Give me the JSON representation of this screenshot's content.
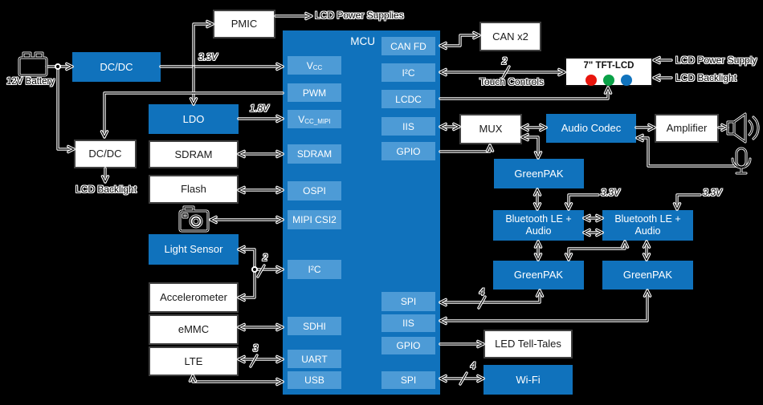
{
  "colors": {
    "dark_blue": "#1072BC",
    "light_blue": "#4D9BD6",
    "box_border": "#404040",
    "background": "#000000",
    "lcd_dot_red": "#E8150D",
    "lcd_dot_green": "#0AA147",
    "lcd_dot_blue": "#1173BD"
  },
  "blocks": {
    "battery_label": "12V Battery",
    "dcdc_top": "DC/DC",
    "pmic": "PMIC",
    "ldo": "LDO",
    "dcdc_bottom": "DC/DC",
    "sdram": "SDRAM",
    "flash": "Flash",
    "light_sensor": "Light Sensor",
    "accelerometer": "Accelerometer",
    "emmc": "eMMC",
    "lte": "LTE",
    "can_x2": "CAN x2",
    "tft_lcd": "7\" TFT-LCD",
    "mux": "MUX",
    "audio_codec": "Audio Codec",
    "amplifier": "Amplifier",
    "greenpak_audio": "GreenPAK",
    "bluetooth_left": "Bluetooth LE + Audio",
    "bluetooth_right": "Bluetooth LE + Audio",
    "greenpak_left": "GreenPAK",
    "greenpak_right": "GreenPAK",
    "led_telltales": "LED Tell-Tales",
    "wifi": "Wi-Fi"
  },
  "mcu": {
    "label": "MCU",
    "left_ports": [
      {
        "main": "V",
        "sub": "CC"
      },
      {
        "label": "PWM"
      },
      {
        "main": "V",
        "sub": "CC_MIPI"
      },
      {
        "label": "SDRAM"
      },
      {
        "label": "OSPI"
      },
      {
        "label": "MIPI CSI2"
      },
      {
        "label": "I²C"
      },
      {
        "label": "SDHI"
      },
      {
        "label": "UART"
      },
      {
        "label": "USB"
      }
    ],
    "right_ports": [
      {
        "label": "CAN FD"
      },
      {
        "label": "I²C"
      },
      {
        "label": "LCDC"
      },
      {
        "label": "IIS"
      },
      {
        "label": "GPIO"
      },
      {
        "label": "SPI"
      },
      {
        "label": "IIS"
      },
      {
        "label": "GPIO"
      },
      {
        "label": "SPI"
      }
    ]
  },
  "wire_labels": {
    "v33_top": "3.3V",
    "v18": "1.8V",
    "lcd_power_supplies": "LCD Power Supplies",
    "lcd_backlight_left": "LCD Backlight",
    "touch_controls": "Touch Controls",
    "lcd_power_supply": "LCD Power Supply",
    "lcd_backlight_right": "LCD Backlight",
    "v33_bt_left": "3.3V",
    "v33_bt_right": "3.3V",
    "bus_touch": "2",
    "bus_i2c": "2",
    "bus_uart": "3",
    "bus_spi_greenpak": "4",
    "bus_spi_wifi": "4"
  },
  "icons": {
    "battery": "battery-icon",
    "camera": "camera-icon",
    "speaker": "speaker-icon",
    "microphone": "microphone-icon"
  }
}
